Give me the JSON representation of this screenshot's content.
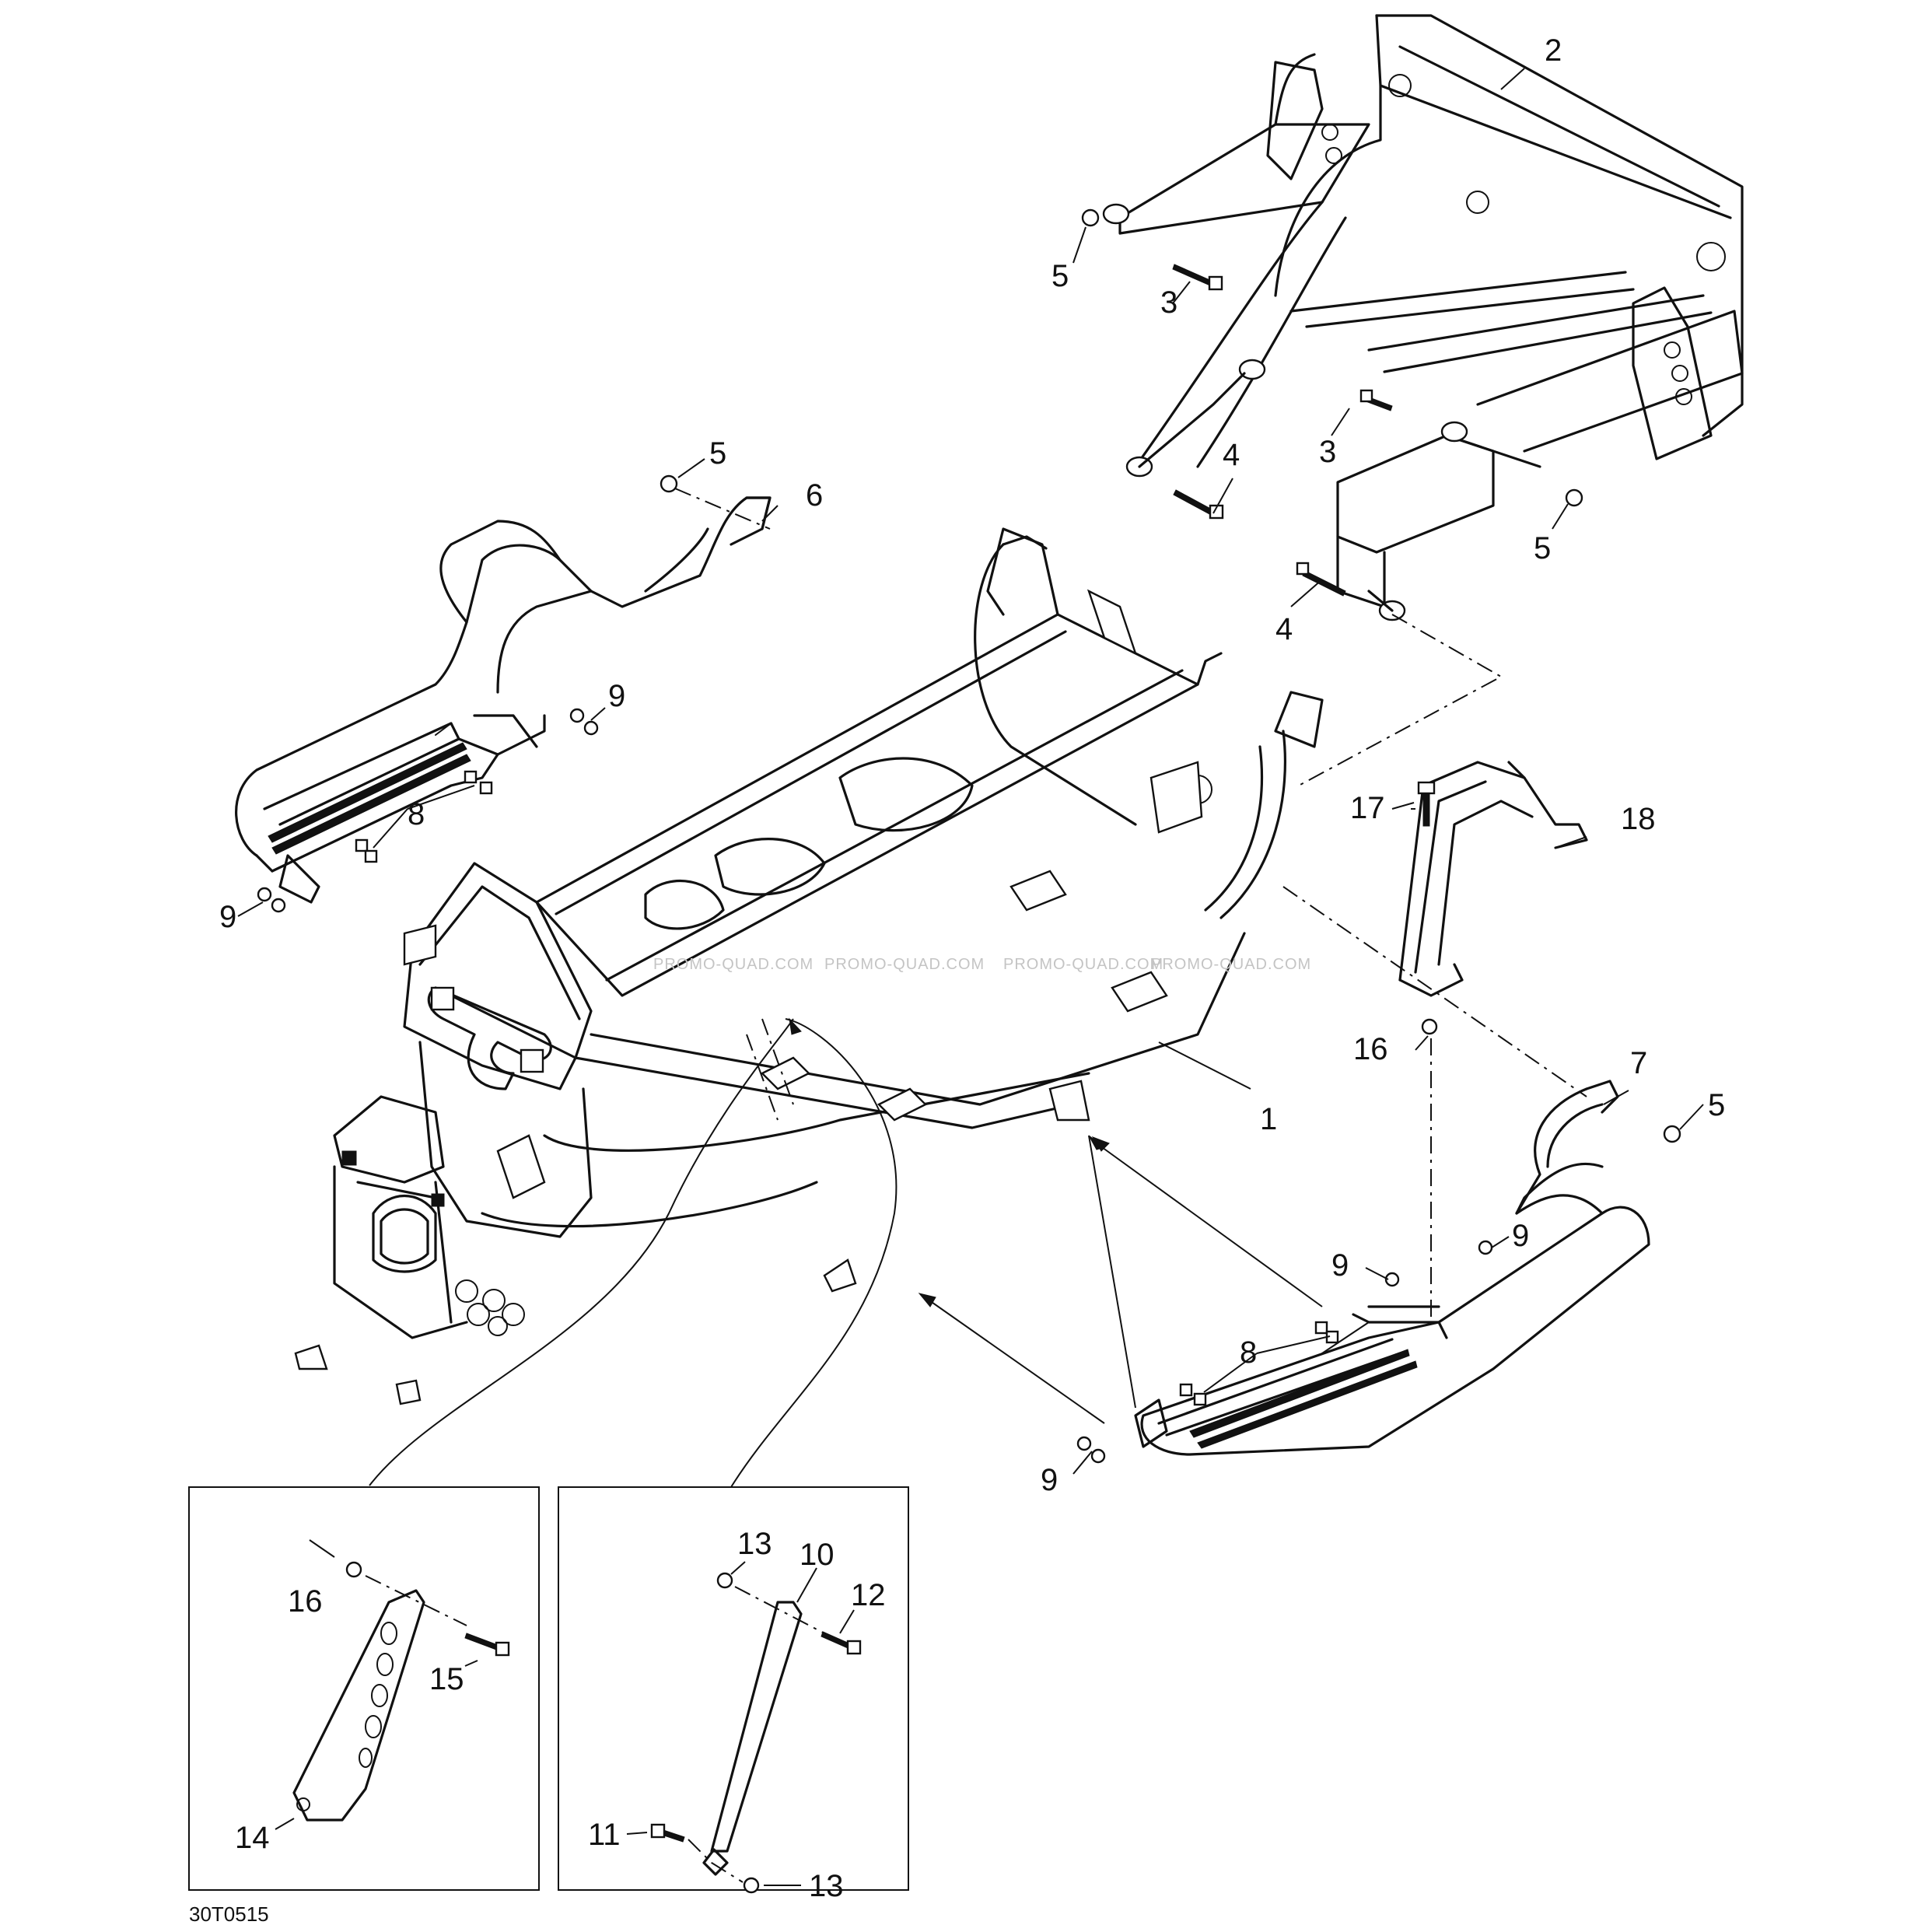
{
  "diagram": {
    "drawing_code": "30T0515",
    "watermark": "PROMO-QUAD.COM",
    "callouts": {
      "c1": "1",
      "c2": "2",
      "c3a": "3",
      "c3b": "3",
      "c4a": "4",
      "c4b": "4",
      "c5a": "5",
      "c5b": "5",
      "c5c": "5",
      "c5d": "5",
      "c6": "6",
      "c7": "7",
      "c8a": "8",
      "c8b": "8",
      "c9a": "9",
      "c9b": "9",
      "c9c": "9",
      "c9d": "9",
      "c9e": "9",
      "c10": "10",
      "c11": "11",
      "c12": "12",
      "c13a": "13",
      "c13b": "13",
      "c14": "14",
      "c15": "15",
      "c16a": "16",
      "c16b": "16",
      "c17": "17",
      "c18": "18"
    }
  }
}
